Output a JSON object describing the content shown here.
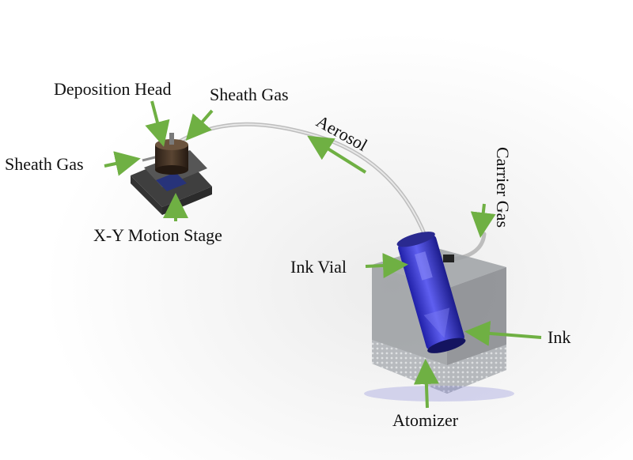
{
  "labels": {
    "deposition_head": "Deposition Head",
    "sheath_gas_top": "Sheath Gas",
    "sheath_gas_left": "Sheath Gas",
    "motion_stage": "X-Y Motion Stage",
    "aerosol": "Aerosol",
    "carrier_gas": "Carrier Gas",
    "ink_vial": "Ink Vial",
    "ink": "Ink",
    "atomizer": "Atomizer"
  },
  "colors": {
    "arrow": "#6fb043",
    "tube": "#c4c4c4",
    "vial": "#3a3ad0",
    "box": "#8c8f94",
    "stage": "#4a4a4a",
    "head": "#3b2b20"
  }
}
